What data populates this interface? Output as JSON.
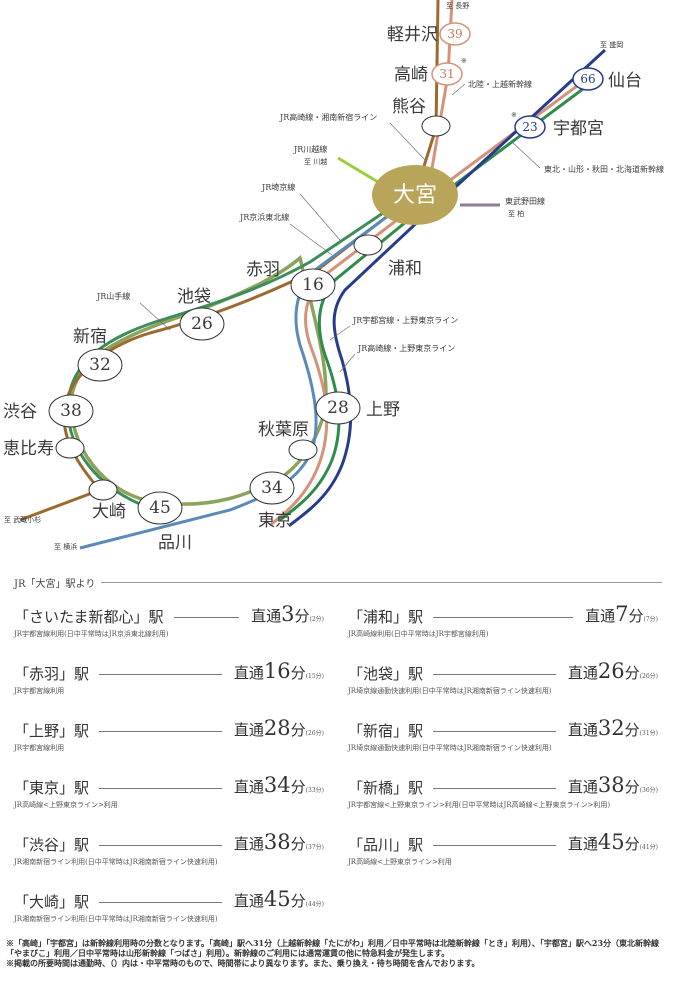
{
  "map": {
    "hub": {
      "name": "大宮"
    },
    "stations": [
      {
        "id": "karuizawa",
        "name": "軽井沢",
        "minutes": "39"
      },
      {
        "id": "takasaki",
        "name": "高崎",
        "minutes": "31"
      },
      {
        "id": "kumagaya",
        "name": "熊谷"
      },
      {
        "id": "sendai",
        "name": "仙台",
        "minutes": "66"
      },
      {
        "id": "utsunomiya",
        "name": "宇都宮",
        "minutes": "23"
      },
      {
        "id": "urawa",
        "name": "浦和"
      },
      {
        "id": "akabane",
        "name": "赤羽",
        "minutes": "16"
      },
      {
        "id": "ikebukuro",
        "name": "池袋",
        "minutes": "26"
      },
      {
        "id": "shinjuku",
        "name": "新宿",
        "minutes": "32"
      },
      {
        "id": "shibuya",
        "name": "渋谷",
        "minutes": "38"
      },
      {
        "id": "ebisu",
        "name": "恵比寿"
      },
      {
        "id": "osaki",
        "name": "大崎"
      },
      {
        "id": "shinagawa",
        "name": "品川",
        "minutes": "45"
      },
      {
        "id": "tokyo",
        "name": "東京",
        "minutes": "34"
      },
      {
        "id": "akihabara",
        "name": "秋葉原"
      },
      {
        "id": "ueno",
        "name": "上野",
        "minutes": "28"
      }
    ],
    "line_labels": {
      "takasaki_shonan": "JR高崎線・湘南新宿ライン",
      "kawagoe": "JR川越線",
      "saikyo": "JR埼京線",
      "keihin_tohoku": "JR京浜東北線",
      "yamanote": "JR山手線",
      "utsunomiya_ueno_tokyo": "JR宇都宮線・上野東京ライン",
      "takasaki_ueno_tokyo": "JR高崎線・上野東京ライン",
      "hokuriku_joetsu": "北陸・上越新幹線",
      "tohoku_shinkansen": "東北・山形・秋田・北海道新幹線",
      "tobu_noda": "東武野田線"
    },
    "directions": {
      "nagano": "至 長野",
      "morioka": "至 盛岡",
      "kawagoe": "至 川越",
      "kashiwa": "至 柏",
      "musashikosugi": "至 武蔵小杉",
      "yokohama": "至 横浜"
    },
    "markers": {
      "asterisk": "※"
    },
    "colors": {
      "hub": "#b8a55a",
      "takasaki_line": "#9c6a2c",
      "shinkansen_hokuriku": "#d4927a",
      "utsunomiya_line": "#d4927a",
      "tohoku_green": "#2f8c4a",
      "navy": "#283c8c",
      "keihin_blue": "#5b8ab8",
      "yamanote": "#8ba35c",
      "saikyo_green": "#3d8c5a",
      "kawagoe": "#9ccc3c",
      "tobu": "#8c8098"
    }
  },
  "list": {
    "header": "JR「大宮」駅より",
    "routes": [
      {
        "station": "「さいたま新都心」駅",
        "prefix": "直通",
        "minutes": "3",
        "unit": "分",
        "paren": "(2分)",
        "note": "JR宇都宮線利用(日中平常時はJR京浜東北線利用)"
      },
      {
        "station": "「浦和」駅",
        "prefix": "直通",
        "minutes": "7",
        "unit": "分",
        "paren": "(7分)",
        "note": "JR高崎線利用(日中平常時はJR宇都宮線利用)"
      },
      {
        "station": "「赤羽」駅",
        "prefix": "直通",
        "minutes": "16",
        "unit": "分",
        "paren": "(15分)",
        "note": "JR宇都宮線利用"
      },
      {
        "station": "「池袋」駅",
        "prefix": "直通",
        "minutes": "26",
        "unit": "分",
        "paren": "(26分)",
        "note": "JR埼京線通勤快速利用(日中平常時はJR湘南新宿ライン快速利用)"
      },
      {
        "station": "「上野」駅",
        "prefix": "直通",
        "minutes": "28",
        "unit": "分",
        "paren": "(26分)",
        "note": "JR宇都宮線利用"
      },
      {
        "station": "「新宿」駅",
        "prefix": "直通",
        "minutes": "32",
        "unit": "分",
        "paren": "(31分)",
        "note": "JR埼京線通勤快速利用(日中平常時はJR湘南新宿ライン快速利用)"
      },
      {
        "station": "「東京」駅",
        "prefix": "直通",
        "minutes": "34",
        "unit": "分",
        "paren": "(33分)",
        "note": "JR高崎線<上野東京ライン>利用"
      },
      {
        "station": "「新橋」駅",
        "prefix": "直通",
        "minutes": "38",
        "unit": "分",
        "paren": "(36分)",
        "note": "JR宇都宮線<上野東京ライン>利用(日中平常時はJR高崎線<上野東京ライン>利用)"
      },
      {
        "station": "「渋谷」駅",
        "prefix": "直通",
        "minutes": "38",
        "unit": "分",
        "paren": "(37分)",
        "note": "JR湘南新宿ライン利用(日中平常時はJR湘南新宿ライン快速利用)"
      },
      {
        "station": "「品川」駅",
        "prefix": "直通",
        "minutes": "45",
        "unit": "分",
        "paren": "(41分)",
        "note": "JR高崎線<上野東京ライン>利用"
      },
      {
        "station": "「大崎」駅",
        "prefix": "直通",
        "minutes": "45",
        "unit": "分",
        "paren": "(44分)",
        "note": "JR湘南新宿ライン利用(日中平常時はJR湘南新宿ライン快速利用)"
      }
    ]
  },
  "footnotes": [
    "※「高崎」「宇都宮」は新幹線利用時の分数となります。「高崎」駅へ31分（上越新幹線「たにがわ」利用／日中平常時は北陸新幹線「とき」利用）、「宇都宮」駅へ23分（東北新幹線「やまびこ」利用／日中平常時は山形新幹線「つばさ」利用）。新幹線のご利用には通常運賃の他に特急料金が発生します。",
    "※掲載の所要時間は通勤時、（）内は・中平常時のもので、時間帯により異なります。また、乗り換え・待ち時間を含んでおります。"
  ]
}
